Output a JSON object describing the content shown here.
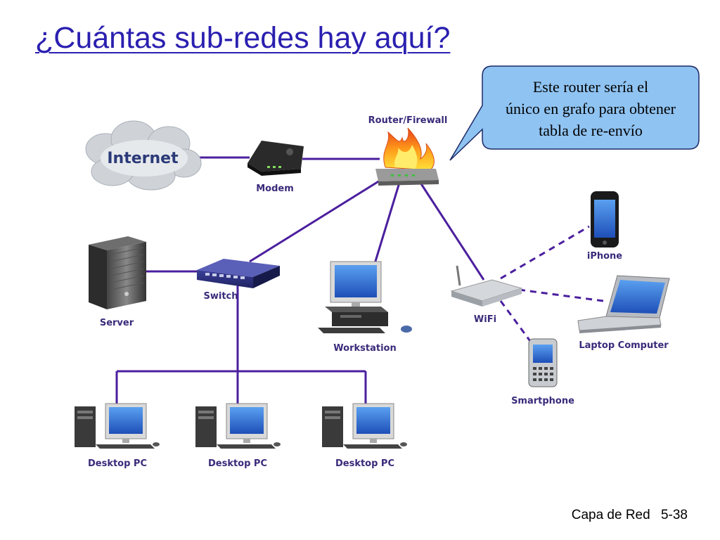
{
  "title": "¿Cuántas sub-redes hay aquí?",
  "callout": {
    "lines": [
      "Este router sería el",
      "único en grafo para obtener",
      "tabla de re-envío"
    ]
  },
  "nodes": {
    "internet": "Internet",
    "modem": "Modem",
    "router": "Router/Firewall",
    "server": "Server",
    "switch": "Switch",
    "workstation": "Workstation",
    "wifi": "WiFi",
    "iphone": "iPhone",
    "laptop": "Laptop Computer",
    "smartphone": "Smartphone",
    "desktop1": "Desktop PC",
    "desktop2": "Desktop PC",
    "desktop3": "Desktop PC"
  },
  "footer": {
    "section": "Capa de Red",
    "page": "5-38"
  },
  "colors": {
    "title": "#2a1fb0",
    "link": "#4b1f9e",
    "callout_fill": "#8fc3f2",
    "label": "#3a2a7a"
  }
}
